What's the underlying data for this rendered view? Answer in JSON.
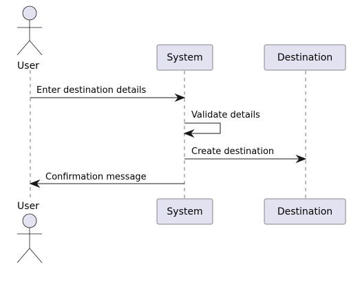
{
  "participants": {
    "user": {
      "label": "User",
      "kind": "actor"
    },
    "system": {
      "label": "System",
      "kind": "participant"
    },
    "destination": {
      "label": "Destination",
      "kind": "participant"
    }
  },
  "messages": [
    {
      "from": "user",
      "to": "system",
      "label": "Enter destination details"
    },
    {
      "from": "system",
      "to": "system",
      "label": "Validate details"
    },
    {
      "from": "system",
      "to": "destination",
      "label": "Create destination"
    },
    {
      "from": "system",
      "to": "user",
      "label": "Confirmation message"
    }
  ],
  "colors": {
    "participant_fill": "#e2e2f0",
    "stroke": "#181818",
    "text": "#000000"
  }
}
